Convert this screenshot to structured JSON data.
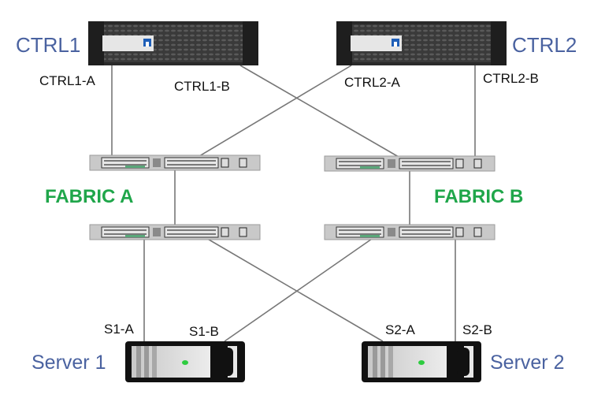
{
  "diagram": {
    "title": "",
    "controllers": [
      {
        "id": "ctrl1",
        "label": "CTRL1",
        "ports": [
          "CTRL1-A",
          "CTRL1-B"
        ]
      },
      {
        "id": "ctrl2",
        "label": "CTRL2",
        "ports": [
          "CTRL2-A",
          "CTRL2-B"
        ]
      }
    ],
    "fabrics": [
      {
        "id": "fabric-a",
        "label": "FABRIC A",
        "switches": [
          "fabric-a-top",
          "fabric-a-bottom"
        ]
      },
      {
        "id": "fabric-b",
        "label": "FABRIC B",
        "switches": [
          "fabric-b-top",
          "fabric-b-bottom"
        ]
      }
    ],
    "servers": [
      {
        "id": "server1",
        "label": "Server 1",
        "ports": [
          "S1-A",
          "S1-B"
        ]
      },
      {
        "id": "server2",
        "label": "Server 2",
        "ports": [
          "S2-A",
          "S2-B"
        ]
      }
    ],
    "links": [
      {
        "from": "CTRL1-A",
        "to": "fabric-a-top"
      },
      {
        "from": "CTRL1-B",
        "to": "fabric-b-top"
      },
      {
        "from": "CTRL2-A",
        "to": "fabric-a-top"
      },
      {
        "from": "CTRL2-B",
        "to": "fabric-b-top"
      },
      {
        "from": "fabric-a-top",
        "to": "fabric-a-bottom"
      },
      {
        "from": "fabric-b-top",
        "to": "fabric-b-bottom"
      },
      {
        "from": "fabric-a-bottom",
        "to": "S1-A"
      },
      {
        "from": "fabric-a-bottom",
        "to": "S2-A"
      },
      {
        "from": "fabric-b-bottom",
        "to": "S1-B"
      },
      {
        "from": "fabric-b-bottom",
        "to": "S2-B"
      }
    ],
    "colors": {
      "device_label": "#4a62a0",
      "fabric_label": "#1fa64a",
      "port_label": "#111111",
      "link": "#777777",
      "status_led": "#2ecc40",
      "vendor_logo": "#1f5fb8"
    }
  }
}
